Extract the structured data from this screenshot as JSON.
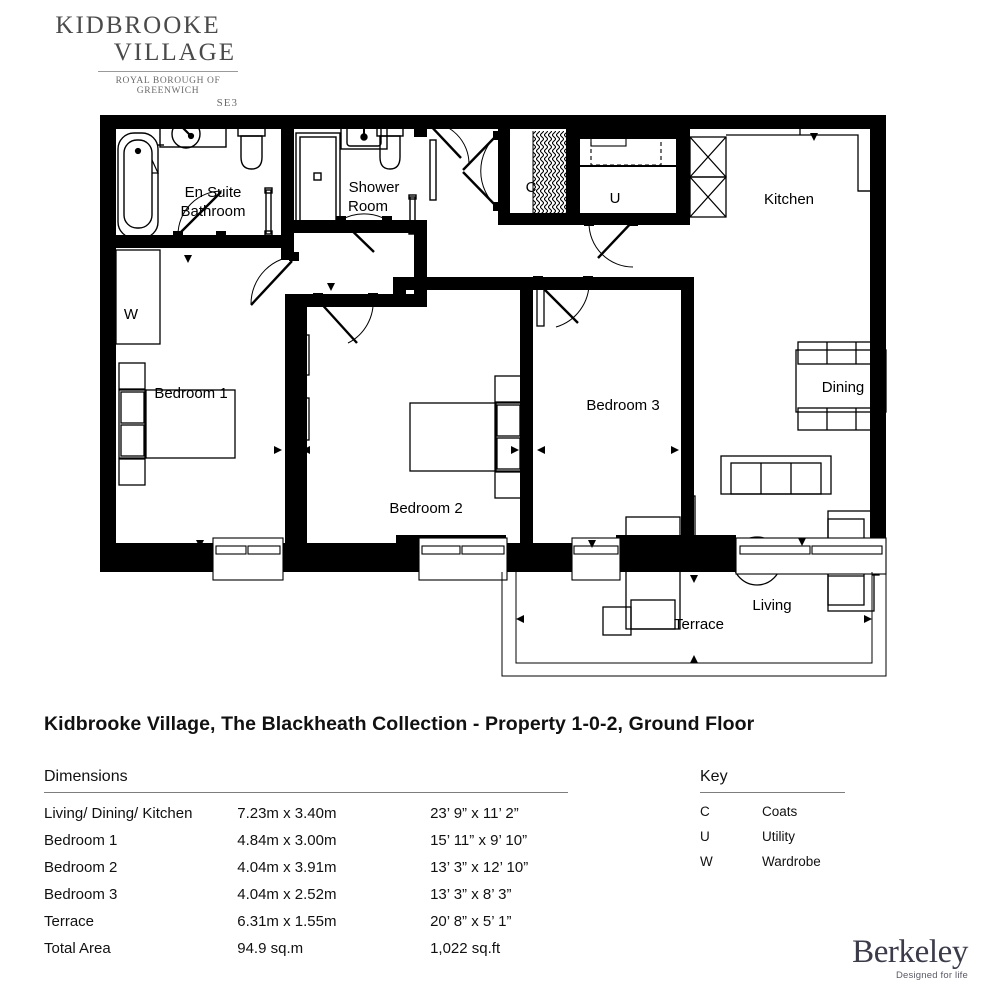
{
  "logo": {
    "line1": "KIDBROOKE",
    "line2": "VILLAGE",
    "line3": "ROYAL BOROUGH OF GREENWICH",
    "line4": "SE3"
  },
  "title": "Kidbrooke Village, The Blackheath Collection - Property 1-0-2, Ground Floor",
  "floorplan": {
    "rooms": [
      {
        "id": "en-suite-bathroom",
        "label_line1": "En Suite",
        "label_line2": "Bathroom"
      },
      {
        "id": "shower-room",
        "label_line1": "Shower",
        "label_line2": "Room"
      },
      {
        "id": "kitchen",
        "label": "Kitchen"
      },
      {
        "id": "dining",
        "label": "Dining"
      },
      {
        "id": "living",
        "label": "Living"
      },
      {
        "id": "bedroom-1",
        "label": "Bedroom 1"
      },
      {
        "id": "bedroom-2",
        "label": "Bedroom 2"
      },
      {
        "id": "bedroom-3",
        "label": "Bedroom 3"
      },
      {
        "id": "terrace",
        "label": "Terrace"
      }
    ],
    "key_markers": [
      {
        "id": "coats",
        "label": "C"
      },
      {
        "id": "utility",
        "label": "U"
      },
      {
        "id": "wardrobe",
        "label": "W"
      }
    ],
    "wall_color": "#000000",
    "line_color": "#000000"
  },
  "dimensions": {
    "heading": "Dimensions",
    "rows": [
      {
        "name": "Living/ Dining/ Kitchen",
        "metric": "7.23m x 3.40m",
        "imperial": "23’ 9” x 11’ 2”"
      },
      {
        "name": "Bedroom 1",
        "metric": "4.84m x 3.00m",
        "imperial": "15’ 11” x 9’ 10”"
      },
      {
        "name": "Bedroom 2",
        "metric": "4.04m x 3.91m",
        "imperial": "13’ 3” x 12’ 10”"
      },
      {
        "name": "Bedroom 3",
        "metric": "4.04m x 2.52m",
        "imperial": "13’ 3” x 8’ 3”"
      },
      {
        "name": "Terrace",
        "metric": "6.31m x 1.55m",
        "imperial": "20’ 8” x 5’ 1”"
      },
      {
        "name": "Total Area",
        "metric": "94.9 sq.m",
        "imperial": "1,022 sq.ft"
      }
    ]
  },
  "key": {
    "heading": "Key",
    "rows": [
      {
        "letter": "C",
        "meaning": "Coats"
      },
      {
        "letter": "U",
        "meaning": "Utility"
      },
      {
        "letter": "W",
        "meaning": "Wardrobe"
      }
    ]
  },
  "berkeley": {
    "name": "Berkeley",
    "tagline": "Designed for life"
  }
}
